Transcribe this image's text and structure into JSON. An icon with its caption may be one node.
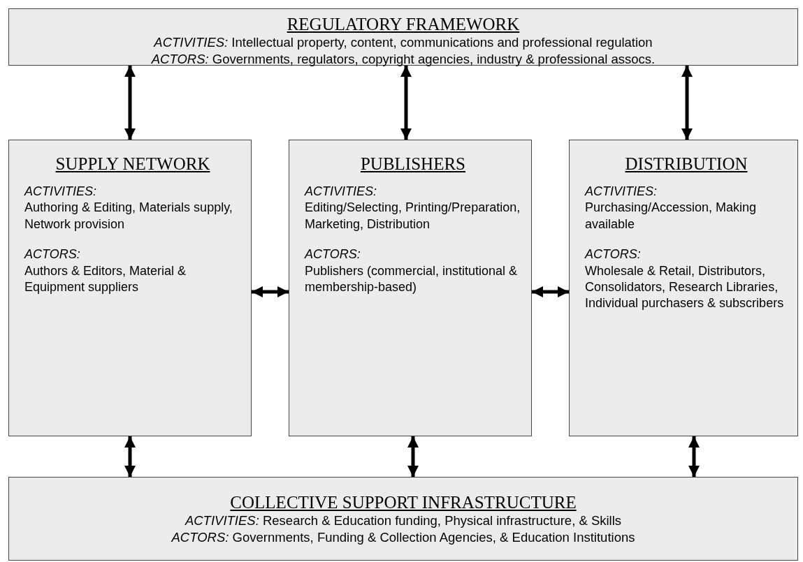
{
  "diagram": {
    "nodes": [
      {
        "text": [
          "REGULATORY FRAMEWORK",
          "*ACTIVITIES:*  Intellectual property, content, communications and professional regulation",
          "*ACTORS:*  Governments, regulators, copyright agencies, industry & professional assocs."
        ]
      },
      {
        "text": [
          "SUPPLY NETWORK",
          "*ACTIVITIES:* Authoring & Editing, Materials supply, Network provision",
          "*ACTORS:* Authors & Editors, Material & Equipment suppliers"
        ]
      },
      {
        "text": [
          "PUBLISHERS",
          "*ACTIVITIES:* Editing/Selecting, Printing/Preparation, Marketing, Distribution",
          "*ACTORS:* Publishers (commercial, institutional & membership-based)"
        ]
      },
      {
        "text": [
          "DISTRIBUTION",
          "*ACTIVITIES:* Purchasing/Accession, Making available",
          "*ACTORS:* Wholesale & Retail, Distributors, Consolidators, Research Libraries, Individual purchasers & subscribers"
        ]
      },
      {
        "text": [
          "COLLECTIVE SUPPORT INFRASTRUCTURE",
          "*ACTIVITIES:*  Research & Education funding, Physical infrastructure, & Skills",
          "*ACTORS:*  Governments, Funding & Collection Agencies, & Education Institutions"
        ]
      }
    ],
    "edges": [
      {
        "from": 0,
        "to": 1,
        "arrow": "both"
      },
      {
        "from": 0,
        "to": 2,
        "arrow": "both"
      },
      {
        "from": 0,
        "to": 3,
        "arrow": "both"
      },
      {
        "from": 1,
        "to": 2,
        "arrow": "both"
      },
      {
        "from": 2,
        "to": 3,
        "arrow": "both"
      },
      {
        "from": 1,
        "to": 4,
        "arrow": "both"
      },
      {
        "from": 2,
        "to": 4,
        "arrow": "both"
      },
      {
        "from": 3,
        "to": 4,
        "arrow": "both"
      }
    ]
  }
}
